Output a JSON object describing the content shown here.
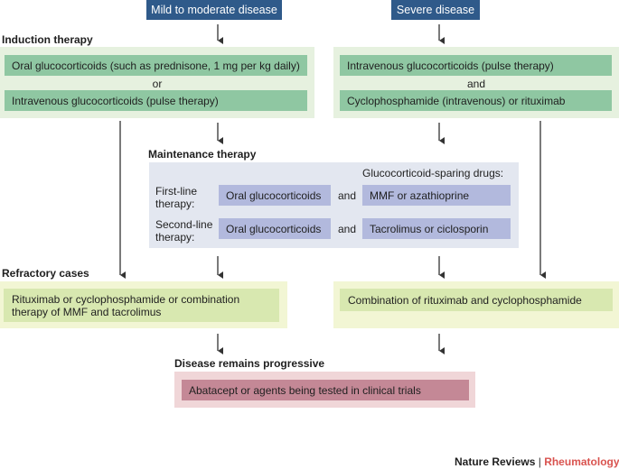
{
  "headers": {
    "mild": "Mild to moderate disease",
    "severe": "Severe disease"
  },
  "induction": {
    "title": "Induction therapy",
    "left": {
      "option1": "Oral glucocorticoids (such as prednisone, 1 mg per kg daily)",
      "or": "or",
      "option2": "Intravenous glucocorticoids (pulse therapy)"
    },
    "right": {
      "option1": "Intravenous glucocorticoids (pulse therapy)",
      "and": "and",
      "option2": "Cyclophosphamide (intravenous) or rituximab"
    }
  },
  "maintenance": {
    "title": "Maintenance therapy",
    "sparing_label": "Glucocorticoid-sparing drugs:",
    "first_line": {
      "label_1": "First-line",
      "label_2": "therapy:",
      "drug": "Oral glucocorticoids",
      "and": "and",
      "sparing": "MMF or azathioprine"
    },
    "second_line": {
      "label_1": "Second-line",
      "label_2": "therapy:",
      "drug": "Oral glucocorticoids",
      "and": "and",
      "sparing": "Tacrolimus or ciclosporin"
    }
  },
  "refractory": {
    "title": "Refractory cases",
    "left_line1": "Rituximab or cyclophosphamide or combination",
    "left_line2": "therapy of MMF and tacrolimus",
    "right": "Combination of rituximab and cyclophosphamide"
  },
  "progressive": {
    "title": "Disease remains progressive",
    "box": "Abatacept or agents being tested in clinical trials"
  },
  "footer": {
    "journal": "Nature Reviews",
    "separator": "|",
    "section": "Rheumatology"
  },
  "colors": {
    "header_blue": "#2f5a8a",
    "green_box": "#8fc7a2",
    "blue_box": "#b2b9dd",
    "refractory_box": "#d8e8b0",
    "progressive_box": "#c48896",
    "rheumatology_red": "#d9534f"
  }
}
